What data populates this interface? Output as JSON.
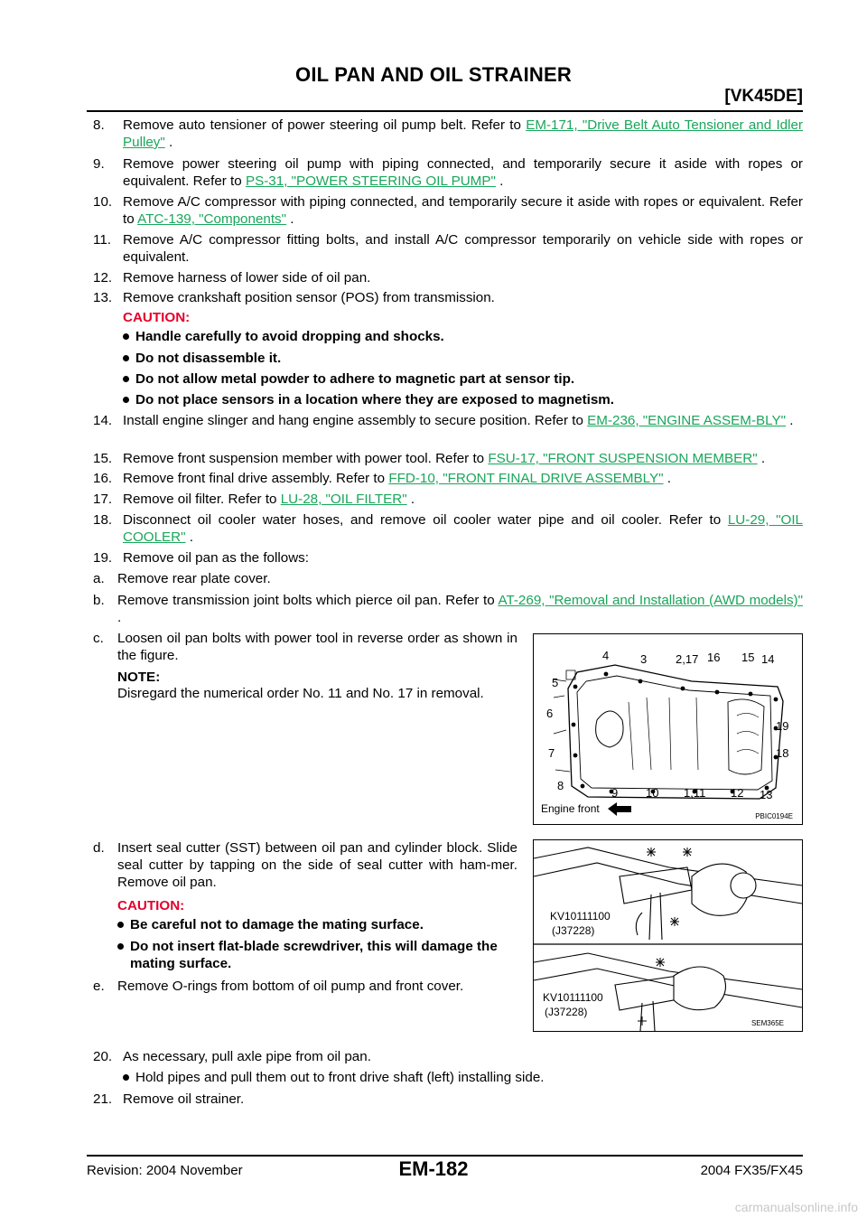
{
  "header": {
    "title": "OIL PAN AND OIL STRAINER",
    "model": "[VK45DE]"
  },
  "steps": {
    "s8": {
      "num": "8.",
      "pre": "Remove auto tensioner of power steering oil pump belt. Refer to ",
      "link": "EM-171, \"Drive Belt Auto Tensioner and Idler Pulley\"",
      "post": " ."
    },
    "s9": {
      "num": "9.",
      "pre": "Remove power steering oil pump with piping connected, and temporarily secure it aside with ropes or equivalent. Refer to ",
      "link": "PS-31, \"POWER STEERING OIL PUMP\"",
      "post": " ."
    },
    "s10": {
      "num": "10.",
      "pre": "Remove A/C compressor with piping connected, and temporarily secure it aside with ropes or equivalent. Refer to ",
      "link": "ATC-139, \"Components\"",
      "post": " ."
    },
    "s11": {
      "num": "11.",
      "text": "Remove A/C compressor fitting bolts, and install A/C compressor temporarily on vehicle side with ropes or equivalent."
    },
    "s12": {
      "num": "12.",
      "text": "Remove harness of lower side of oil pan."
    },
    "s13": {
      "num": "13.",
      "text": "Remove crankshaft position sensor (POS) from transmission."
    },
    "s14": {
      "num": "14.",
      "pre": "Install engine slinger and hang engine assembly to secure position. Refer to ",
      "link": "EM-236, \"ENGINE ASSEM-BLY\"",
      "post": " ."
    },
    "s15": {
      "num": "15.",
      "pre": "Remove front suspension member with power tool. Refer to ",
      "link": "FSU-17, \"FRONT SUSPENSION MEMBER\"",
      "post": " ."
    },
    "s16": {
      "num": "16.",
      "pre": "Remove front final drive assembly. Refer to ",
      "link": "FFD-10, \"FRONT FINAL DRIVE ASSEMBLY\"",
      "post": " ."
    },
    "s17": {
      "num": "17.",
      "pre": "Remove oil filter. Refer to ",
      "link": "LU-28, \"OIL FILTER\"",
      "post": " ."
    },
    "s18": {
      "num": "18.",
      "pre": "Disconnect oil cooler water hoses, and remove oil cooler water pipe and oil cooler. Refer to ",
      "link": "LU-29, \"OIL COOLER\"",
      "post": " ."
    },
    "s19": {
      "num": "19.",
      "text": "Remove oil pan as the follows:"
    },
    "sa": {
      "num": "a.",
      "text": "Remove rear plate cover."
    },
    "sb": {
      "num": "b.",
      "pre": "Remove transmission joint bolts which pierce oil pan. Refer to ",
      "link": "AT-269, \"Removal and Installation (AWD models)\"",
      "post": " ."
    },
    "sc": {
      "num": "c.",
      "text": "Loosen oil pan bolts with power tool in reverse order as shown in the figure."
    },
    "sd": {
      "num": "d.",
      "text": "Insert seal cutter (SST) between oil pan and cylinder block. Slide seal cutter by tapping on the side of seal cutter with ham-mer. Remove oil pan."
    },
    "se": {
      "num": "e.",
      "text": "Remove O-rings from bottom of oil pump and front cover."
    },
    "s20": {
      "num": "20.",
      "text": "As necessary, pull axle pipe from oil pan."
    },
    "s21": {
      "num": "21.",
      "text": "Remove oil strainer."
    }
  },
  "caution1": {
    "label": "CAUTION:",
    "items": [
      "Handle carefully to avoid dropping and shocks.",
      "Do not disassemble it.",
      "Do not allow metal powder to adhere to magnetic part at sensor tip.",
      "Do not place sensors in a location where they are exposed to magnetism."
    ]
  },
  "note1": {
    "label": "NOTE:",
    "text": "Disregard the numerical order  No. 11 and No. 17 in removal."
  },
  "caution2": {
    "label": "CAUTION:",
    "items": [
      "Be careful not to damage the mating surface.",
      "Do not insert flat-blade screwdriver, this will damage the mating surface."
    ]
  },
  "s20_bullet": "Hold pipes and pull them out to front drive shaft (left) installing side.",
  "figure1": {
    "code": "PBIC0194E",
    "engine_front": "Engine front",
    "bolt_labels": [
      "5",
      "4",
      "3",
      "2,17",
      "16",
      "15",
      "14",
      "6",
      "19",
      "7",
      "18",
      "8",
      "9",
      "10",
      "1,11",
      "12",
      "13"
    ]
  },
  "figure2": {
    "code": "SEM365E",
    "tool_top": [
      "KV10111100",
      "(J37228)"
    ],
    "tool_bottom": [
      "KV10111100",
      "(J37228)"
    ]
  },
  "footer": {
    "revision": "Revision: 2004 November",
    "page": "EM-182",
    "model": "2004 FX35/FX45",
    "watermark": "carmanualsonline.info"
  },
  "colors": {
    "caution": "#e4002b",
    "link": "#19a65a"
  }
}
